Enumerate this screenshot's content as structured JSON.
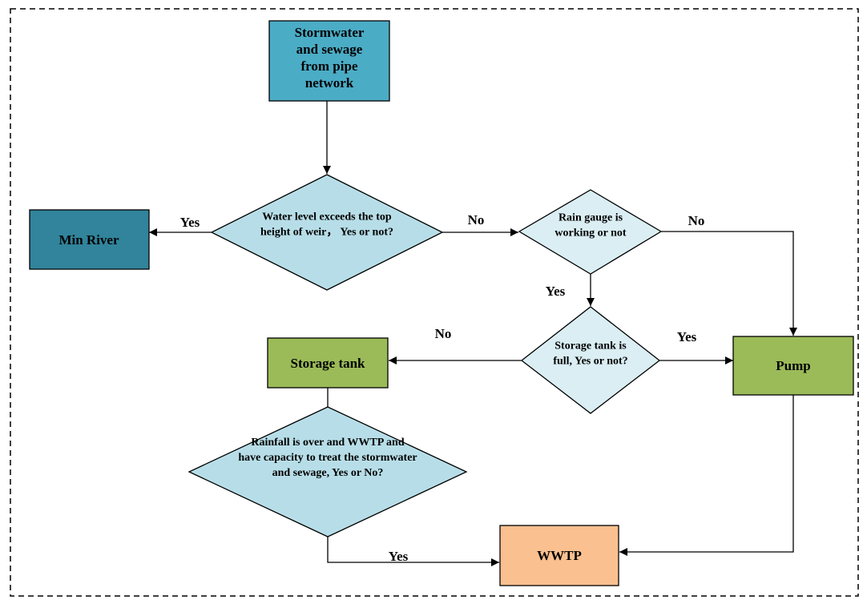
{
  "colors": {
    "source_fill": "#4BACC6",
    "river_fill": "#31849B",
    "decision_fill": "#B7DEE8",
    "decision_light_fill": "#DAEEF3",
    "process_fill": "#9BBB59",
    "wwtp_fill": "#FAC090",
    "stroke": "#000000"
  },
  "nodes": {
    "source": {
      "lines": [
        "Stormwater",
        "and sewage",
        "from pipe",
        "network"
      ]
    },
    "min_river": {
      "lines": [
        "Min River"
      ]
    },
    "weir_decision": {
      "lines": [
        "Water level exceeds the top",
        "height of weir， Yes or not?"
      ]
    },
    "rain_gauge_decision": {
      "lines": [
        "Rain gauge is",
        "working or not"
      ]
    },
    "storage_full_decision": {
      "lines": [
        "Storage tank is",
        "full, Yes or not?"
      ]
    },
    "storage_tank": {
      "lines": [
        "Storage tank"
      ]
    },
    "pump": {
      "lines": [
        "Pump"
      ]
    },
    "rainfall_decision": {
      "lines": [
        "Rainfall is over and WWTP and",
        "have capacity to treat the stormwater",
        "and sewage, Yes or No?"
      ]
    },
    "wwtp": {
      "lines": [
        "WWTP"
      ]
    }
  },
  "edges": {
    "weir_to_river": {
      "label": "Yes"
    },
    "weir_to_gauge": {
      "label": "No"
    },
    "gauge_to_pump": {
      "label": "No"
    },
    "gauge_to_storage_decision": {
      "label": "Yes"
    },
    "storage_decision_to_tank": {
      "label": "No"
    },
    "storage_decision_to_pump": {
      "label": "Yes"
    },
    "rainfall_to_wwtp": {
      "label": "Yes"
    }
  }
}
